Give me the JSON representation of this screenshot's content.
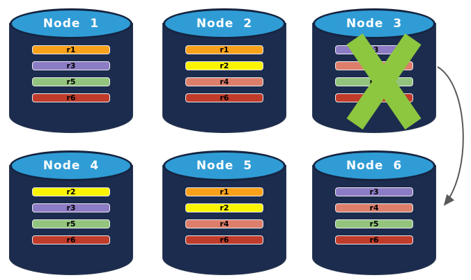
{
  "diagram": {
    "description": "Six database node cylinders; Node 3 is crossed out and an arrow points from Node 3 to Node 6",
    "palette": {
      "cylinder_body": "#1c2c4e",
      "cylinder_top": "#2f9cd6",
      "cylinder_outline": "#152440",
      "title_text": "#ffffff",
      "bar_text": "#000000",
      "bar_border": "#ececec",
      "failure_x": "#8dc63f",
      "arrow": "#595959"
    },
    "nodes": [
      {
        "label": "Node 1",
        "failed": false,
        "rows": [
          {
            "label": "r1",
            "color": "#f9a11b"
          },
          {
            "label": "r3",
            "color": "#8c7bc5"
          },
          {
            "label": "r5",
            "color": "#92c47d"
          },
          {
            "label": "r6",
            "color": "#c13b2b"
          }
        ]
      },
      {
        "label": "Node 2",
        "failed": false,
        "rows": [
          {
            "label": "r1",
            "color": "#f9a11b"
          },
          {
            "label": "r2",
            "color": "#faf400"
          },
          {
            "label": "r4",
            "color": "#dc7e6b"
          },
          {
            "label": "r6",
            "color": "#c13b2b"
          }
        ]
      },
      {
        "label": "Node 3",
        "failed": true,
        "rows": [
          {
            "label": "r3",
            "color": "#8c7bc5"
          },
          {
            "label": "r4",
            "color": "#dc7e6b"
          },
          {
            "label": "r5",
            "color": "#92c47d"
          },
          {
            "label": "r6",
            "color": "#c13b2b"
          }
        ]
      },
      {
        "label": "Node 4",
        "failed": false,
        "rows": [
          {
            "label": "r2",
            "color": "#faf400"
          },
          {
            "label": "r3",
            "color": "#8c7bc5"
          },
          {
            "label": "r5",
            "color": "#92c47d"
          },
          {
            "label": "r6",
            "color": "#c13b2b"
          }
        ]
      },
      {
        "label": "Node 5",
        "failed": false,
        "rows": [
          {
            "label": "r1",
            "color": "#f9a11b"
          },
          {
            "label": "r2",
            "color": "#faf400"
          },
          {
            "label": "r4",
            "color": "#dc7e6b"
          },
          {
            "label": "r6",
            "color": "#c13b2b"
          }
        ]
      },
      {
        "label": "Node 6",
        "failed": false,
        "rows": [
          {
            "label": "r3",
            "color": "#8c7bc5"
          },
          {
            "label": "r4",
            "color": "#dc7e6b"
          },
          {
            "label": "r5",
            "color": "#92c47d"
          },
          {
            "label": "r6",
            "color": "#c13b2b"
          }
        ]
      }
    ],
    "arrow": {
      "from": "Node 3",
      "to": "Node 6",
      "color": "#595959"
    }
  }
}
